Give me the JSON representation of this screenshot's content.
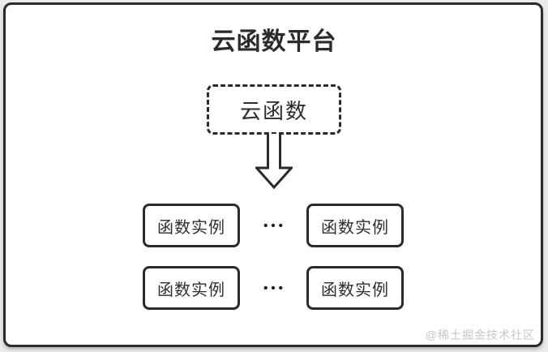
{
  "diagram": {
    "title": "云函数平台",
    "platform_node": {
      "label": "云函数"
    },
    "rows": [
      {
        "instances": [
          "函数实例",
          "函数实例"
        ],
        "ellipsis": "•••"
      },
      {
        "instances": [
          "函数实例",
          "函数实例"
        ],
        "ellipsis": "•••"
      }
    ],
    "colors": {
      "stroke": "#2b2b2b",
      "card_bg": "#ffffff",
      "page_bg": "#ebebeb",
      "text": "#2d2d2d",
      "watermark": "#c6c6c6"
    }
  },
  "watermark": {
    "label": "@稀土掘金技术社区"
  }
}
